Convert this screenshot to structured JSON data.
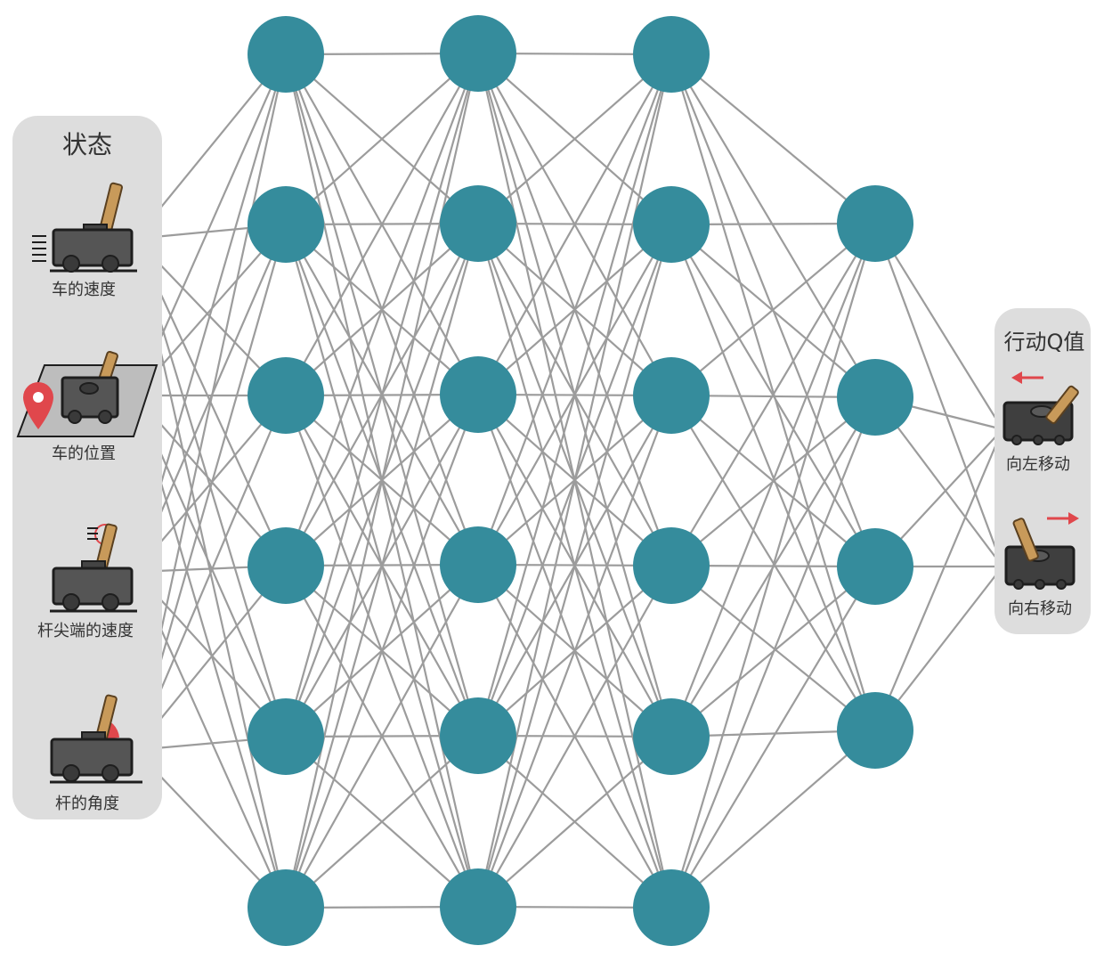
{
  "colors": {
    "node": "#358C9C",
    "edge": "#9C9C9C",
    "panel": "#DDDDDD",
    "cart_body": "#555555",
    "cart_outline": "#1E1E1E",
    "pole": "#C89A5A",
    "accent_red": "#E0474C",
    "text": "#333333"
  },
  "state_panel": {
    "title": "状态",
    "items": [
      {
        "label": "车的速度",
        "icon": "cart-velocity-icon"
      },
      {
        "label": "车的位置",
        "icon": "cart-position-icon"
      },
      {
        "label": "杆尖端的速度",
        "icon": "pole-tip-velocity-icon"
      },
      {
        "label": "杆的角度",
        "icon": "pole-angle-icon"
      }
    ]
  },
  "action_panel": {
    "title": "行动Q值",
    "items": [
      {
        "label": "向左移动",
        "icon": "cart-move-left-icon"
      },
      {
        "label": "向右移动",
        "icon": "cart-move-right-icon"
      }
    ]
  },
  "network": {
    "layer_sizes": [
      4,
      6,
      6,
      6,
      4,
      2
    ]
  }
}
